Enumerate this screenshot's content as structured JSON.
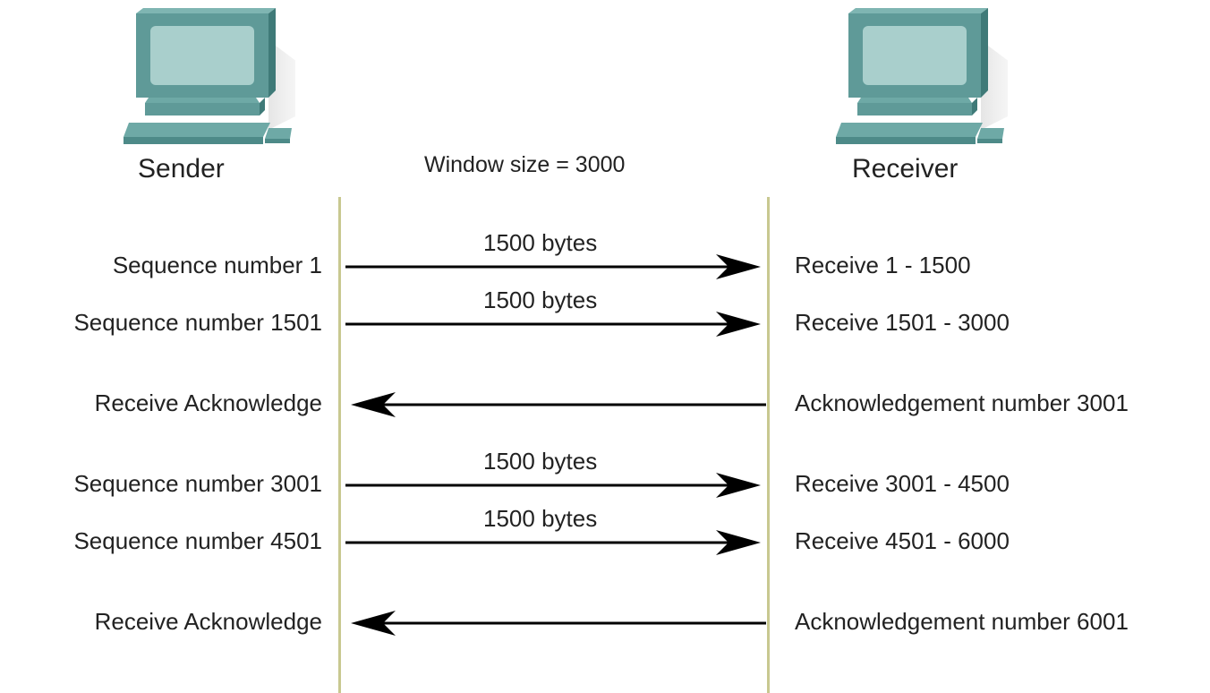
{
  "sender": {
    "label": "Sender"
  },
  "receiver": {
    "label": "Receiver"
  },
  "window_label": "Window size = 3000",
  "messages": [
    {
      "direction": "right",
      "left_label": "Sequence number 1",
      "right_label": "Receive 1 - 1500",
      "bytes_label": "1500 bytes"
    },
    {
      "direction": "right",
      "left_label": "Sequence number 1501",
      "right_label": "Receive 1501 - 3000",
      "bytes_label": "1500 bytes"
    },
    {
      "direction": "left",
      "left_label": "Receive Acknowledge",
      "right_label": "Acknowledgement number 3001",
      "bytes_label": ""
    },
    {
      "direction": "right",
      "left_label": "Sequence number 3001",
      "right_label": "Receive 3001 - 4500",
      "bytes_label": "1500 bytes"
    },
    {
      "direction": "right",
      "left_label": "Sequence number 4501",
      "right_label": "Receive 4501 - 6000",
      "bytes_label": "1500 bytes"
    },
    {
      "direction": "left",
      "left_label": "Receive Acknowledge",
      "right_label": "Acknowledgement number 6001",
      "bytes_label": ""
    }
  ],
  "colors": {
    "timeline": "#c8c890",
    "computer_body": "#5f9a98",
    "computer_screen": "#a9cfcc",
    "arrow": "#000000"
  },
  "icons": {
    "sender": "desktop-computer-icon",
    "receiver": "desktop-computer-icon"
  }
}
